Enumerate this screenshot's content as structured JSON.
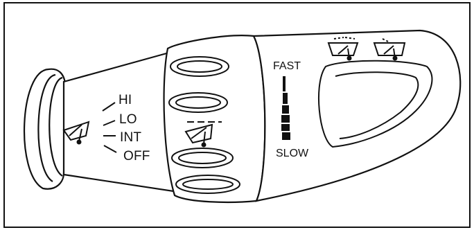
{
  "diagram": {
    "wiper_positions": [
      "HI",
      "LO",
      "INT",
      "OFF"
    ],
    "speed_scale": {
      "top_label": "FAST",
      "bottom_label": "SLOW"
    },
    "icons": {
      "stalk_symbol": "windshield-wiper-icon",
      "collar_symbol": "windshield-wiper-icon",
      "tip_symbols": [
        "windshield-washer-icon",
        "windshield-wiper-mist-icon"
      ]
    },
    "colors": {
      "line": "#111111",
      "background": "#ffffff"
    }
  }
}
